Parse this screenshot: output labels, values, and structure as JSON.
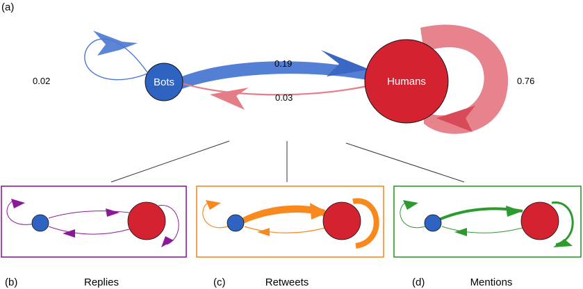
{
  "figure": {
    "main_label": "(a)",
    "nodes": {
      "bots": "Bots",
      "humans": "Humans"
    },
    "weights": {
      "bots_self": "0.02",
      "bots_to_humans": "0.19",
      "humans_to_bots": "0.03",
      "humans_self": "0.76"
    },
    "colors": {
      "bots": "#2e63c2",
      "humans": "#d42230",
      "bots_edge": "#4a78d2",
      "humans_edge": "#e57c86"
    }
  },
  "panels": [
    {
      "letter": "(b)",
      "title": "Replies",
      "color": "#8b1a99"
    },
    {
      "letter": "(c)",
      "title": "Retweets",
      "color": "#f7891e"
    },
    {
      "letter": "(d)",
      "title": "Mentions",
      "color": "#2c9a2c"
    }
  ]
}
